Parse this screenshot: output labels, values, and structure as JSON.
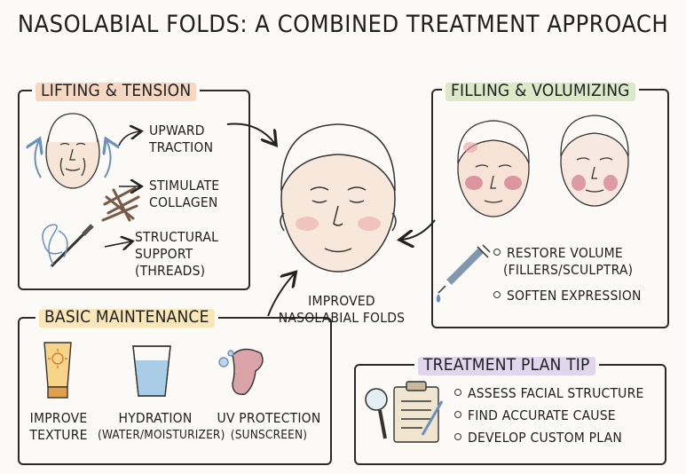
{
  "title": "NASOLABIAL FOLDS: A COMBINED TREATMENT APPROACH",
  "colors": {
    "lifting": "#f6d7c2",
    "filling": "#dbe9c9",
    "basic": "#f9e7b7",
    "plan": "#e2d6ee",
    "blush": "#e8a0a6",
    "arrow": "#6b8fbf"
  },
  "lifting": {
    "label": "LIFTING & TENSION",
    "items": [
      {
        "line1": "UPWARD",
        "line2": "TRACTION",
        "icon": "face-lift-icon"
      },
      {
        "line1": "STIMULATE",
        "line2": "COLLAGEN",
        "icon": "collagen-fibers-icon"
      },
      {
        "line1": "STRUCTURAL",
        "line2": "SUPPORT",
        "line3": "(THREADS)",
        "icon": "thread-needle-icon"
      }
    ]
  },
  "filling": {
    "label": "FILLING & VOLUMIZING",
    "items": [
      {
        "line1": "RESTORE VOLUME",
        "line2": "(FILLERS/SCULPTRA)"
      },
      {
        "line1": "SOFTEN EXPRESSION"
      }
    ]
  },
  "center": {
    "line1": "IMPROVED",
    "line2": "NASOLABIAL FOLDS"
  },
  "basic": {
    "label": "BASIC MAINTENANCE",
    "items": [
      {
        "line1": "IMPROVE",
        "line2": "TEXTURE",
        "icon": "sunscreen-tube-icon"
      },
      {
        "line1": "HYDRATION",
        "line2": "(WATER/MOISTURIZER)",
        "icon": "water-glass-icon"
      },
      {
        "line1": "UV PROTECTION",
        "line2": "(SUNSCREEN)",
        "icon": "gua-sha-icon"
      }
    ]
  },
  "plan": {
    "label": "TREATMENT PLAN TIP",
    "items": [
      "ASSESS FACIAL STRUCTURE",
      "FIND ACCURATE CAUSE",
      "DEVELOP CUSTOM PLAN"
    ]
  }
}
